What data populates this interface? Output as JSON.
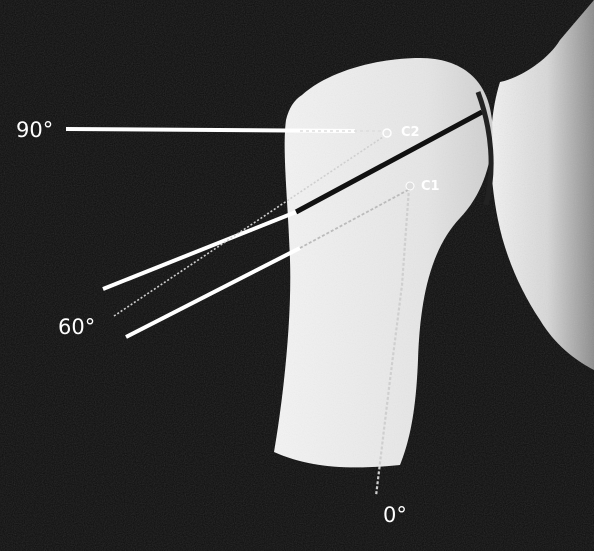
{
  "figure": {
    "angle_labels": {
      "deg_90": "90°",
      "deg_60": "60°",
      "deg_0": "0°"
    },
    "point_labels": {
      "c2": "C2",
      "c1": "C1"
    },
    "colors": {
      "background": "#0c0c0c",
      "bone": "#eaeaea",
      "lines": "#ffffff"
    }
  }
}
